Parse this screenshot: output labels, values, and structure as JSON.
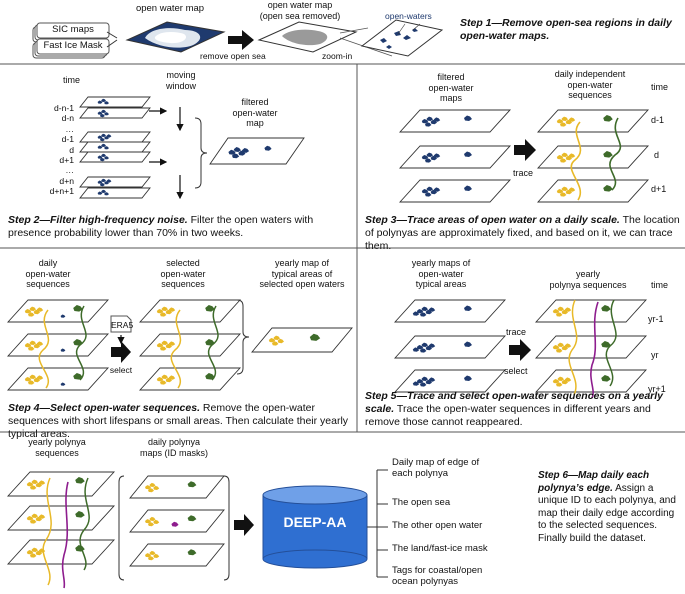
{
  "panel1": {
    "sic_maps": "SIC maps",
    "fast_ice_mask": "Fast Ice Mask",
    "open_water_map": "open water map",
    "open_water_map_removed": "open water map\n(open sea removed)",
    "remove_open_sea": "remove open sea",
    "zoom_in": "zoom-in",
    "open_waters": "open-waters",
    "step_bold": "Step 1—Remove open-sea regions in daily open-water maps."
  },
  "panel2": {
    "time": "time",
    "moving_window": "moving\nwindow",
    "filtered_map": "filtered\nopen-water\nmap",
    "time_labels": [
      "d-n-1",
      "d-n",
      "…",
      "d-1",
      "d",
      "d+1",
      "…",
      "d+n",
      "d+n+1"
    ],
    "step_bold": "Step 2—Filter high-frequency noise.",
    "step_text": " Filter the open waters with presence probability lower than 70% in two weeks."
  },
  "panel3": {
    "filtered_maps": "filtered\nopen-water\nmaps",
    "daily_sequences": "daily independent\nopen-water\nsequences",
    "time": "time",
    "trace": "trace",
    "labels": [
      "d-1",
      "d",
      "d+1"
    ],
    "step_bold": "Step 3—Trace areas of open water on a daily scale.",
    "step_text": " The location of polynyas are approximately fixed, and based on it, we can trace them."
  },
  "panel4": {
    "daily_sequences": "daily\nopen-water\nsequences",
    "selected_sequences": "selected\nopen-water\nsequences",
    "yearly_map": "yearly map of\ntypical areas of\nselected open waters",
    "era5": "ERA5",
    "select": "select",
    "step_bold": "Step 4—Select open-water sequences.",
    "step_text": " Remove the open-water sequences with short lifespans or small areas. Then calculate their yearly typical areas."
  },
  "panel5": {
    "yearly_maps": "yearly maps of\nopen-water\ntypical areas",
    "yearly_sequences": "yearly\npolynya sequences",
    "time": "time",
    "trace": "trace",
    "select": "select",
    "labels": [
      "yr-1",
      "yr",
      "yr+1"
    ],
    "step_bold": "Step 5—Trace and select open-water sequences on a yearly scale.",
    "step_text": " Trace the open-water sequences in different years and remove those cannot reappeared."
  },
  "panel6": {
    "yearly_sequences": "yearly polynya\nsequences",
    "daily_maps": "daily polynya\nmaps (ID masks)",
    "dataset": "DEEP-AA",
    "outputs": [
      "Daily map of edge of\neach polynya",
      "The open sea",
      "The other open water",
      "The land/fast-ice mask",
      "Tags for coastal/open\nocean polynyas"
    ],
    "step_bold": "Step 6—Map daily each polynya’s edge.",
    "step_text": " Assign a unique ID to each polynya, and map their daily edge according to the selected sequences. Finally build the dataset."
  },
  "colors": {
    "navy": "#1f3a6e",
    "green": "#3e6b2a",
    "yellow": "#e8b928",
    "purple": "#8e1d8e",
    "cylinder": "#2f6fd1"
  }
}
